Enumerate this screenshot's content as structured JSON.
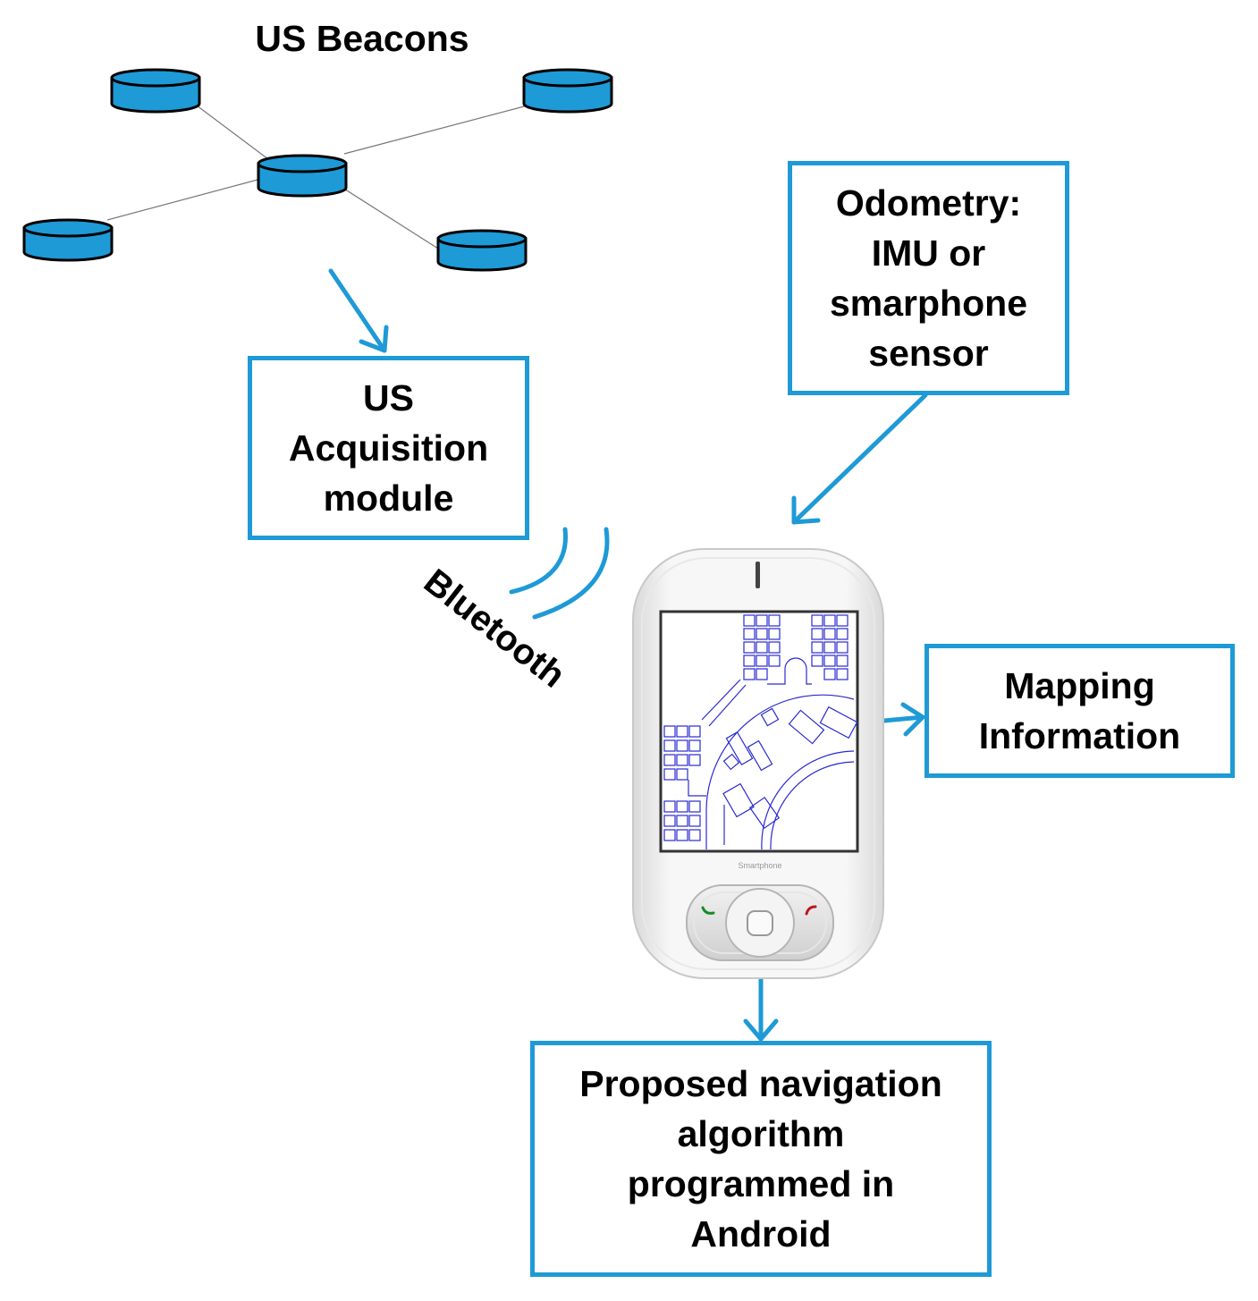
{
  "title": "US Beacons",
  "boxes": {
    "acquisition": [
      "US",
      "Acquisition",
      "module"
    ],
    "odometry": [
      "Odometry:",
      "IMU or",
      "smarphone",
      "sensor"
    ],
    "mapping": [
      "Mapping",
      "Information"
    ],
    "algorithm": [
      "Proposed navigation",
      "algorithm",
      "programmed in",
      "Android"
    ]
  },
  "bluetooth_label": "Bluetooth",
  "phone": {
    "brand": "Smartphone"
  },
  "colors": {
    "accent": "#1e9ad6",
    "beacon": "#1e9ad6",
    "map_lines": "#2a2ad0"
  }
}
